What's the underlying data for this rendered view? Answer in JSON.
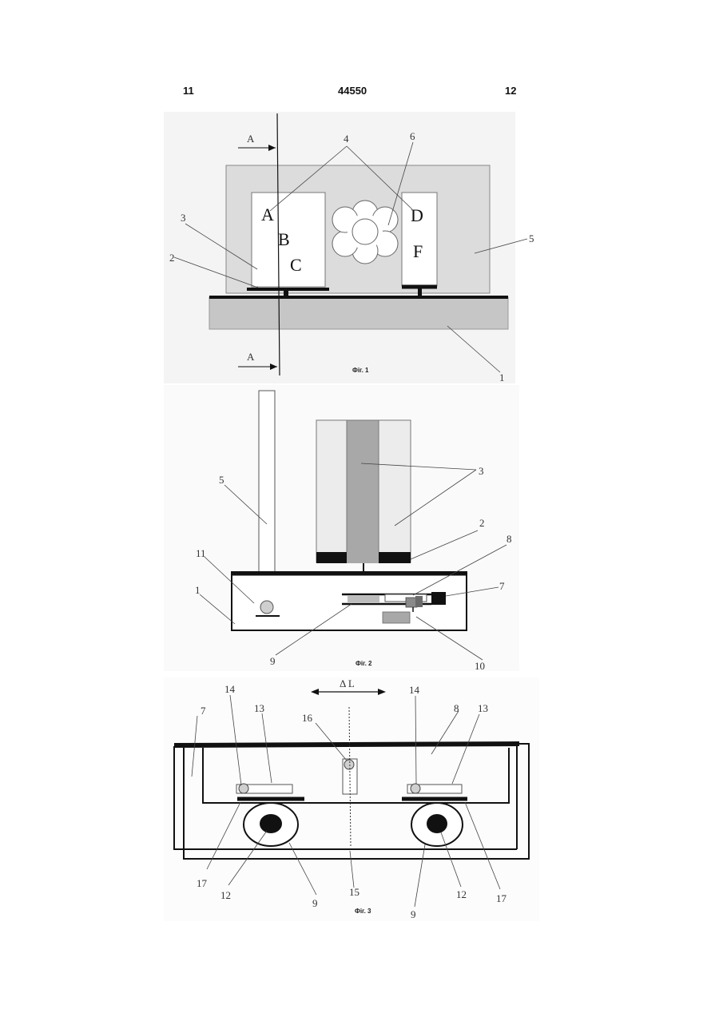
{
  "header": {
    "left_page": "11",
    "doc_number": "44550",
    "right_page": "12"
  },
  "fig1": {
    "caption": "Фіг. 1",
    "section_mark": "А",
    "block_letters_left": [
      "A",
      "B",
      "C"
    ],
    "block_letters_right": [
      "D",
      "F"
    ],
    "labels": {
      "n1": "1",
      "n2": "2",
      "n3": "3",
      "n4": "4",
      "n5": "5",
      "n6": "6"
    }
  },
  "fig2": {
    "caption": "Фіг. 2",
    "labels": {
      "n1": "1",
      "n2": "2",
      "n3": "3",
      "n5": "5",
      "n7": "7",
      "n8": "8",
      "n9": "9",
      "n10": "10",
      "n11": "11"
    }
  },
  "fig3": {
    "caption": "Фіг. 3",
    "delta": "Δ L",
    "labels": {
      "n7": "7",
      "n8": "8",
      "n9": "9",
      "n12": "12",
      "n13": "13",
      "n14": "14",
      "n15": "15",
      "n16": "16",
      "n17": "17"
    }
  },
  "colors": {
    "panel_gray": "#dcdcdc",
    "base_gray": "#c6c6c6",
    "column_gray": "#a8a8a8",
    "black": "#111111"
  }
}
